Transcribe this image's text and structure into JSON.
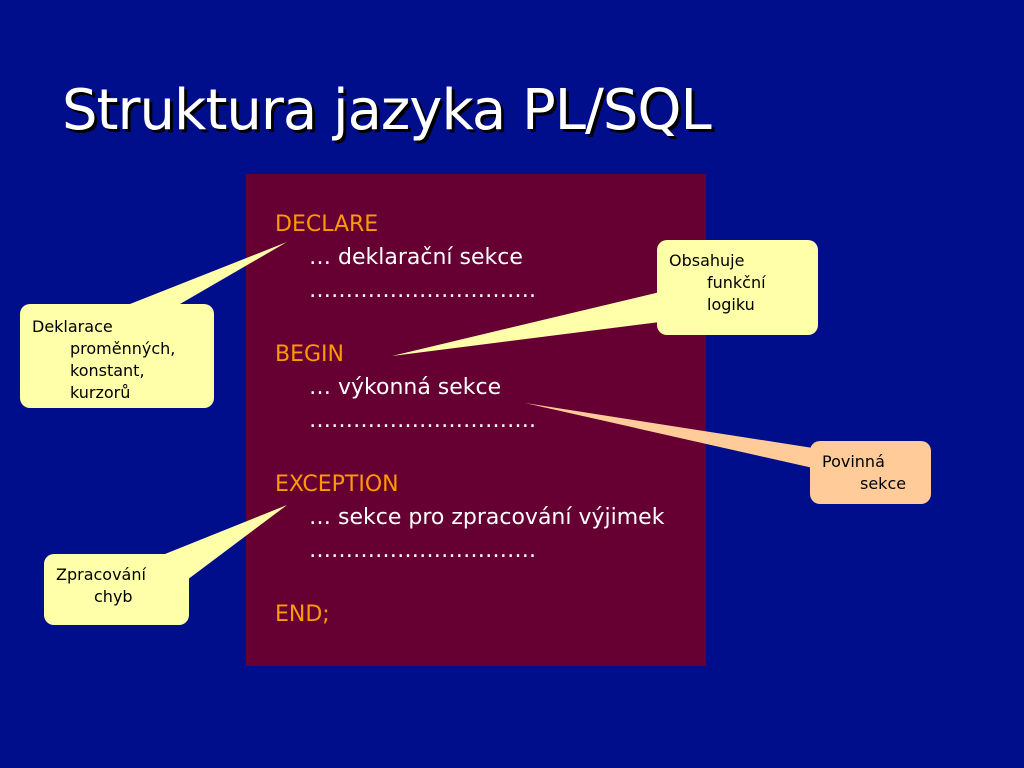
{
  "title": "Struktura jazyka PL/SQL",
  "code": {
    "declare": "DECLARE",
    "declare_body": "… deklarační sekce",
    "declare_dots": "………………………….",
    "begin": "BEGIN",
    "begin_body": "… výkonná sekce",
    "begin_dots": "………………………….",
    "exception": "EXCEPTION",
    "exception_body": "… sekce pro zpracování výjimek",
    "exception_dots": "………………………….",
    "end": "END;"
  },
  "callouts": {
    "declarations": [
      "Deklarace",
      "proměnných,",
      "konstant,",
      "kurzorů"
    ],
    "logic": [
      "Obsahuje",
      "funkční",
      "logiku"
    ],
    "mandatory": [
      "Povinná",
      "sekce"
    ],
    "errors": [
      "Zpracování",
      "chyb"
    ]
  },
  "colors": {
    "background": "#000e8c",
    "code_box": "#660033",
    "keyword": "#ff9900",
    "callout_yellow": "#ffffaa",
    "callout_peach": "#ffcc99"
  }
}
